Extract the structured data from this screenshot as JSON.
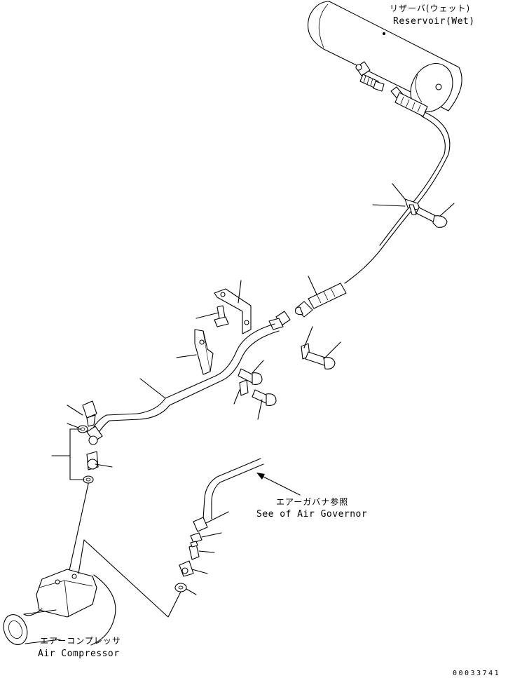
{
  "labels": {
    "reservoir_jp": "リザーバ(ウェット)",
    "reservoir_en": "Reservoir(Wet)",
    "governor_jp": "エアーガバナ参照",
    "governor_en": "See of Air Governor",
    "compressor_jp": "エアーコンプレッサ",
    "compressor_en": "Air Compressor"
  },
  "drawing_number": "00033741"
}
